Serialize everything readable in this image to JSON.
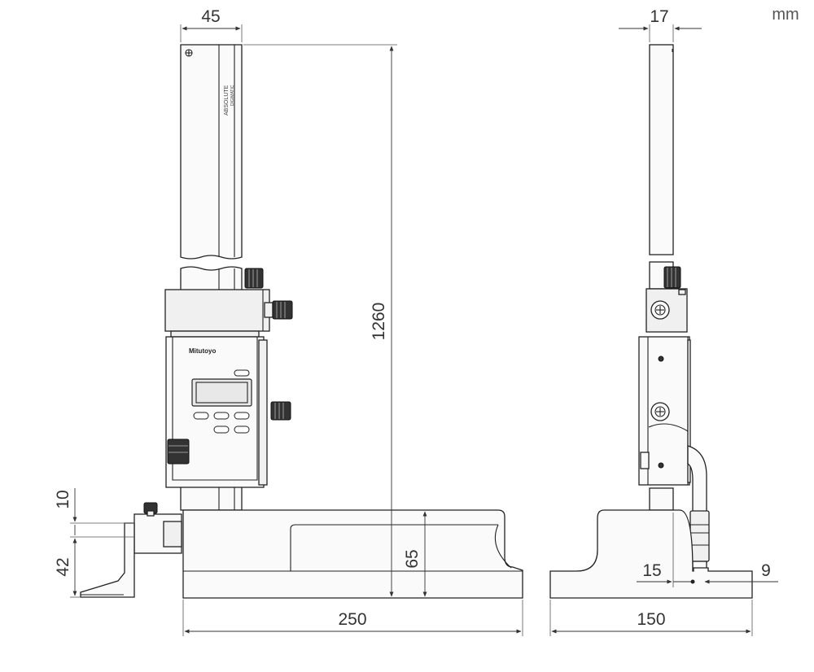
{
  "unit": "mm",
  "dimensions": {
    "column_width": "45",
    "height_range": "1260",
    "jaw_top": "10",
    "jaw_height": "42",
    "base_height": "65",
    "base_length": "250",
    "column_thickness": "17",
    "base_width": "150",
    "scriber_offset": "15",
    "scriber_tip": "9"
  },
  "labels": {
    "column_brand": "ABSOLUTE",
    "column_sub": "DIGIMATIC",
    "display_brand": "Mitutoyo"
  }
}
